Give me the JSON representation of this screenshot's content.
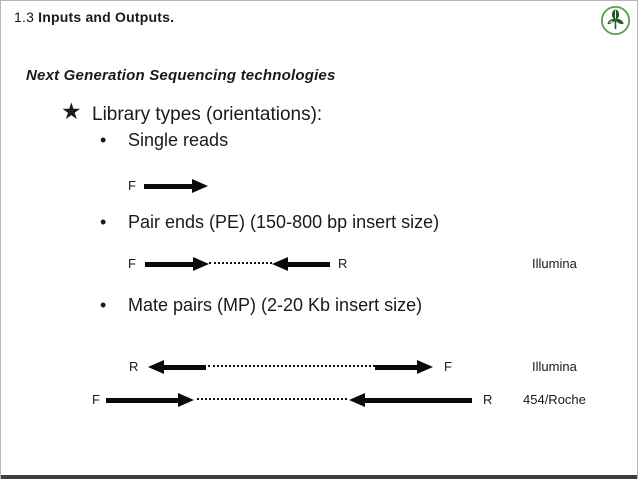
{
  "slide": {
    "header_prefix": "1.3",
    "header_title": "Inputs and Outputs.",
    "subtitle": "Next Generation Sequencing technologies",
    "star_glyph": "★",
    "bullet_glyph": "•"
  },
  "library": {
    "heading": "Library types (orientations):",
    "items": [
      {
        "label": "Single reads"
      },
      {
        "label": "Pair ends (PE) (150-800 bp insert size)"
      },
      {
        "label": "Mate pairs (MP) (2-20 Kb insert size)"
      }
    ]
  },
  "diagrams": {
    "single_reads": {
      "left_label": "F"
    },
    "pair_ends": {
      "left_label": "F",
      "right_label": "R",
      "platform": "Illumina"
    },
    "mate_pairs_illumina": {
      "left_label": "R",
      "right_label": "F",
      "platform": "Illumina"
    },
    "mate_pairs_454": {
      "left_label": "F",
      "right_label": "R",
      "platform": "454/Roche"
    }
  },
  "colors": {
    "arrow_black": "#0a0a0a",
    "logo_ring_green": "#5a9e4b",
    "logo_leaf_green": "#1e5b24",
    "bottom_bar_gray": "#3d3d3d"
  }
}
